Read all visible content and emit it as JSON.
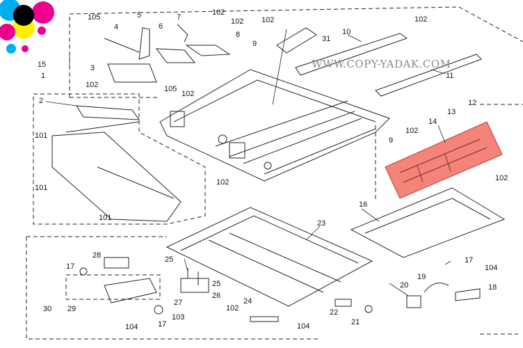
{
  "watermark": "WWW.COPY-YADAK.COM",
  "highlight_color": "#f4837a",
  "logo_colors": [
    "#00aeef",
    "#ec008c",
    "#fff200",
    "#000000"
  ],
  "labels": {
    "n1": "1",
    "n2": "2",
    "n3": "3",
    "n4": "4",
    "n5": "5",
    "n6": "6",
    "n7": "7",
    "n8": "8",
    "n9a": "9",
    "n9b": "9",
    "n10": "10",
    "n11": "11",
    "n12": "12",
    "n13": "13",
    "n14": "14",
    "n15": "15",
    "n16": "16",
    "n17a": "17",
    "n17b": "17",
    "n17c": "17",
    "n18": "18",
    "n19": "19",
    "n20": "20",
    "n21": "21",
    "n22": "22",
    "n23": "23",
    "n24": "24",
    "n25a": "25",
    "n25b": "25",
    "n26": "26",
    "n27": "27",
    "n28": "28",
    "n29": "29",
    "n30": "30",
    "n31": "31",
    "n101a": "101",
    "n101b": "101",
    "n101c": "101",
    "n102a": "102",
    "n102b": "102",
    "n102c": "102",
    "n102d": "102",
    "n102e": "102",
    "n102f": "102",
    "n102g": "102",
    "n102h": "102",
    "n102i": "102",
    "n102j": "102",
    "n103": "103",
    "n104a": "104",
    "n104b": "104",
    "n104c": "104",
    "n105a": "105",
    "n105b": "105"
  }
}
